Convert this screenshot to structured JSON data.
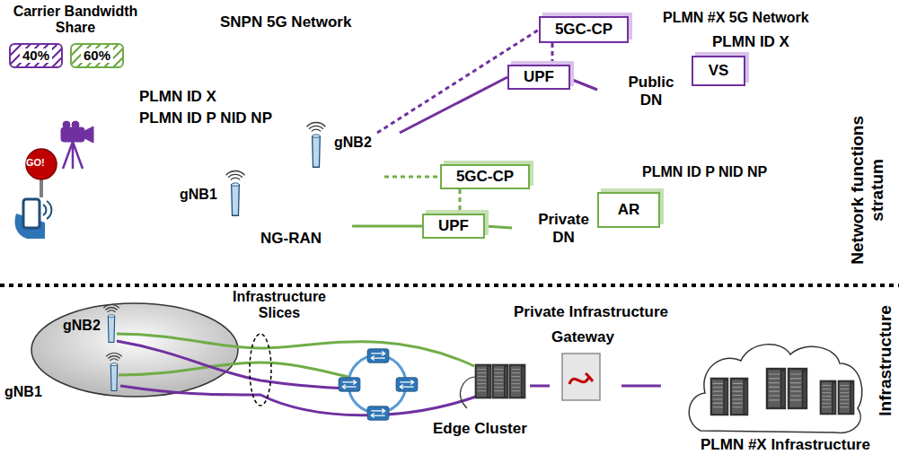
{
  "diagram": {
    "nodes": [
      {
        "text": [
          "SNPN 5G Network"
        ]
      },
      {
        "text": [
          "NG-RAN"
        ],
        "in": 0
      },
      {
        "text": [
          "PLMN ID P NID NP"
        ],
        "in": 0
      },
      {
        "text": [
          "5GC-CP"
        ],
        "in": 2
      },
      {
        "text": [
          "UPF"
        ],
        "in": 2
      },
      {
        "text": [
          "Private DN"
        ],
        "in": 2
      },
      {
        "text": [
          "AR"
        ],
        "in": 2
      },
      {
        "text": [
          "PLMN #X 5G Network",
          "PLMN ID X"
        ]
      },
      {
        "text": [
          "5GC-CP"
        ],
        "in": 7
      },
      {
        "text": [
          "UPF"
        ],
        "in": 7
      },
      {
        "text": [
          "Public DN"
        ],
        "in": 7
      },
      {
        "text": [
          "VS"
        ],
        "in": 7
      },
      {
        "text": [
          "Private Infrastructure"
        ]
      },
      {
        "text": [
          "Edge Cluster"
        ],
        "in": 12
      },
      {
        "text": [
          "Gateway"
        ],
        "in": 12
      },
      {
        "text": [
          "PLMN #X Infrastructure"
        ]
      }
    ],
    "edges": [
      {
        "from": 1,
        "to": 3,
        "arrow": "none"
      },
      {
        "from": 1,
        "to": 4,
        "arrow": "none"
      },
      {
        "from": 1,
        "to": 8,
        "arrow": "none"
      },
      {
        "from": 1,
        "to": 9,
        "arrow": "none"
      },
      {
        "from": 3,
        "to": 4,
        "arrow": "none"
      },
      {
        "from": 4,
        "to": 5,
        "arrow": "none"
      },
      {
        "from": 8,
        "to": 9,
        "arrow": "none"
      },
      {
        "from": 9,
        "to": 10,
        "arrow": "none"
      },
      {
        "from": 13,
        "to": 14,
        "arrow": "none"
      },
      {
        "from": 14,
        "to": 15,
        "arrow": "none"
      }
    ],
    "labels": [
      "Carrier Bandwidth Share",
      "PLMN ID X",
      "PLMN ID P NID NP",
      "GO!",
      "gNB1",
      "gNB2",
      "Network functions stratum",
      "Infrastructure",
      "Infrastructure Slices",
      "gNB2",
      "gNB1"
    ],
    "legend": [
      {
        "text": "40%",
        "color": "#7030a0"
      },
      {
        "text": "60%",
        "color": "#70ad47"
      }
    ]
  }
}
